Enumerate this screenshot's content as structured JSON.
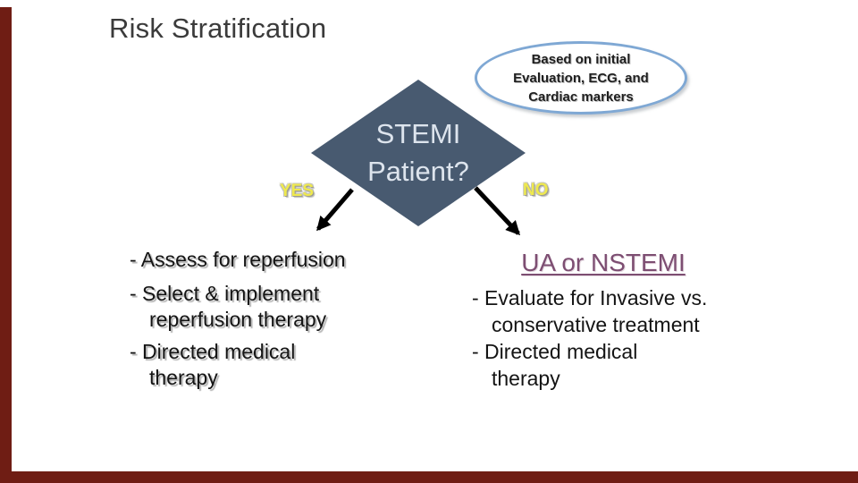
{
  "slide": {
    "title": "Risk Stratification"
  },
  "callout": {
    "line1": "Based on initial",
    "line2": "Evaluation, ECG, and",
    "line3": "Cardiac markers"
  },
  "decision": {
    "line1": "STEMI",
    "line2": "Patient?"
  },
  "branches": {
    "yes_label": "YES",
    "no_label": "NO"
  },
  "yes_path": {
    "items": [
      "- Assess for reperfusion",
      "- Select & implement",
      "reperfusion therapy",
      "- Directed medical",
      "therapy"
    ]
  },
  "no_path": {
    "heading": "UA or NSTEMI",
    "items": [
      "- Evaluate for Invasive vs.",
      "conservative treatment",
      "- Directed medical",
      "therapy"
    ]
  },
  "colors": {
    "accent_bar": "#6f1d14",
    "diamond_fill": "#485a70",
    "diamond_text": "#dde4ed",
    "callout_border": "#7fa8d4",
    "branch_label": "#efe94e",
    "no_heading": "#7d4e72"
  }
}
